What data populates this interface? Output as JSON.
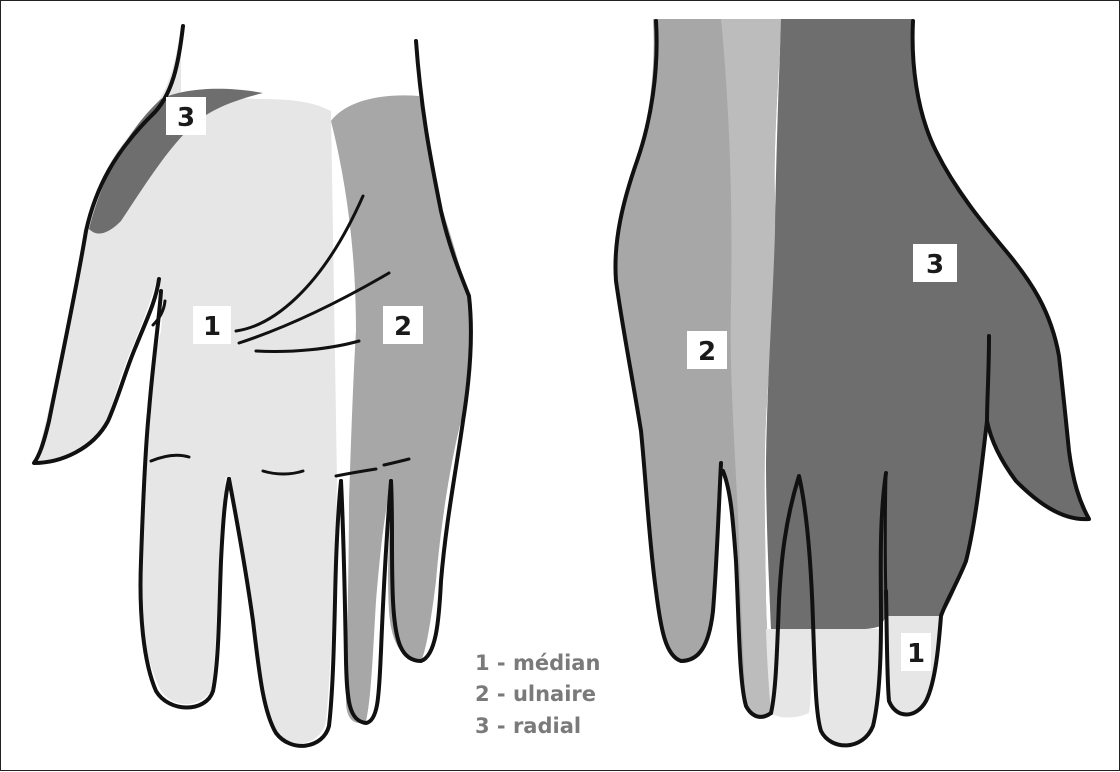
{
  "colors": {
    "median": "#e6e6e6",
    "ulnar": "#a7a7a7",
    "radial": "#6e6e6e",
    "outline": "#111111",
    "legend_text": "#7a7a7a"
  },
  "palm_labels": {
    "median": "1",
    "ulnar": "2",
    "radial": "3"
  },
  "dorsal_labels": {
    "median": "1",
    "ulnar": "2",
    "radial": "3"
  },
  "legend": [
    "1 - médian",
    "2 - ulnaire",
    "3 - radial"
  ]
}
